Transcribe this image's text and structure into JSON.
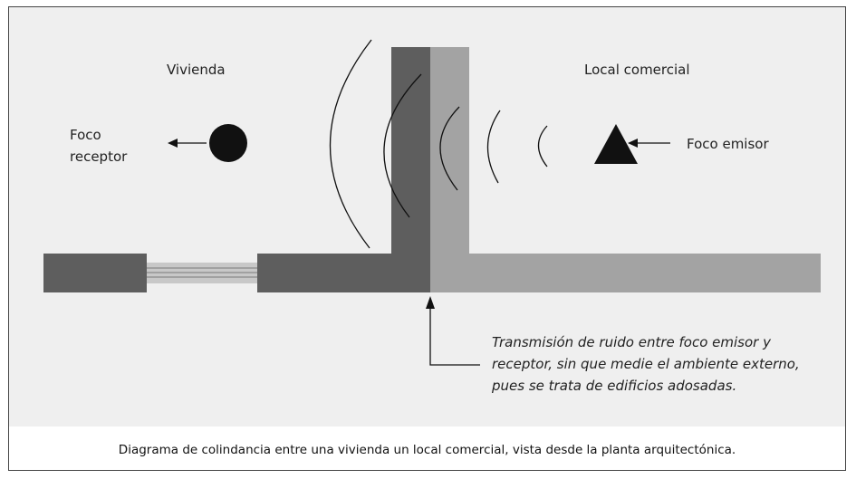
{
  "labels": {
    "vivienda": "Vivienda",
    "local_comercial": "Local comercial",
    "foco_receptor_line1": "Foco",
    "foco_receptor_line2": "receptor",
    "foco_emisor": "Foco emisor"
  },
  "note": {
    "line1": "Transmisión de ruido entre foco emisor y",
    "line2": "receptor, sin que medie el ambiente externo,",
    "line3": "pues se trata de edificios adosadas."
  },
  "caption": "Diagrama de colindancia entre una vivienda un local comercial, vista desde la planta arquitectónica.",
  "colors": {
    "panel_bg": "#efefef",
    "wall_dark": "#5e5e5e",
    "wall_light": "#a3a3a3",
    "window_light": "#c8c8c8",
    "ink": "#111111"
  }
}
